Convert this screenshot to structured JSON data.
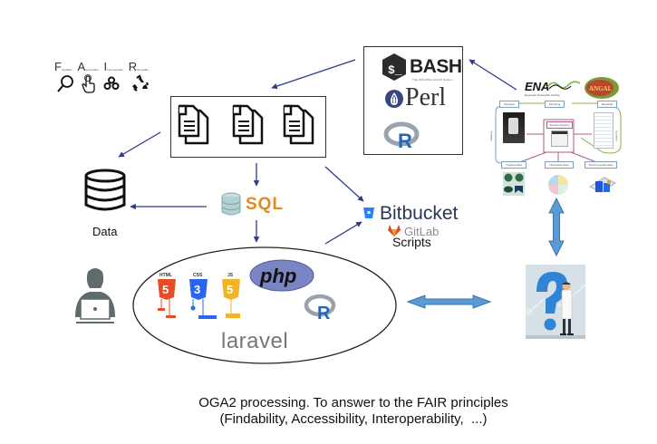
{
  "fair": {
    "letters": [
      {
        "big": "F",
        "small": "Findable",
        "icon": "magnifier-icon"
      },
      {
        "big": "A",
        "small": "Accessible",
        "icon": "pointer-hand-icon"
      },
      {
        "big": "I",
        "small": "Interoperable",
        "icon": "gears-icon"
      },
      {
        "big": "R",
        "small": "Reusable",
        "icon": "recycle-icon"
      }
    ]
  },
  "scripts_box": {
    "bash_label": "BASH",
    "bash_subtitle": "THE BOURNE-AGAIN SHELL",
    "perl_label": "Perl",
    "r_label": "R"
  },
  "docs_box": {
    "documents": [
      "document-copy-icon",
      "document-copy-icon",
      "document-copy-icon"
    ]
  },
  "data_store": {
    "label": "Data"
  },
  "sql": {
    "label": "SQL"
  },
  "repos": {
    "bitbucket_label": "Bitbucket",
    "gitlab_label": "GitLab",
    "scripts_label": "Scripts"
  },
  "web_stack": {
    "html_label": "HTML",
    "html_number": "5",
    "css_label": "CSS",
    "css_number": "3",
    "js_label": "JS",
    "js_number": "5",
    "php_label": "php",
    "r_label": "R",
    "framework_label": "laravel"
  },
  "sources": {
    "ena_label": "ENA",
    "ena_subtitle": "European Nucleotide Archive",
    "angal_label": "ANGAL",
    "workflow_boxes": [
      "Samples",
      "Sampling",
      "Metadata",
      "Sample Registry",
      "Imaging Data",
      "Nucleotide Data",
      "Environmental Data"
    ],
    "side_labels": [
      "Analysis",
      "Curation"
    ]
  },
  "caption": {
    "line1": "OGA2 processing. To answer to the FAIR principles",
    "line2": "(Findability, Accessibility, Interoperability,  ...)"
  },
  "colors": {
    "arrow": "#2e3a8c",
    "sql_orange": "#e08a22",
    "bitbucket_blue": "#2684ff",
    "double_arrow_fill": "#5b9bd5",
    "php_purple": "#7a86c4",
    "html_orange": "#e44d26",
    "css_blue": "#2965f1",
    "js_yellow": "#f0b429",
    "user_gray": "#5f6b6d"
  }
}
